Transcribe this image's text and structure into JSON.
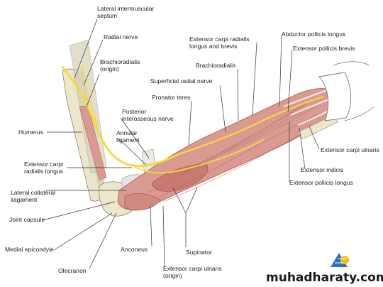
{
  "labels": {
    "lateral_intermuscular_septum": "Lateral intermuscular septum",
    "radial_nerve": "Radial nerve",
    "brachioradialis_origin": "Brachioradialis (origin)",
    "humerus": "Humerus",
    "posterior_interosseous_nerve": "Posterior interosseous nerve",
    "annular_ligament": "Annular ligament",
    "extensor_carpi_radialis_longus": "Extensor carpi radialis longus",
    "lateral_collateral_ligament": "Lateral collateral liagament",
    "joint_capsule": "Joint capsule",
    "medial_epicondyle": "Medial epicondyle",
    "olecranon": "Olecranon",
    "anconeus": "Anconeus",
    "extensor_carpi_ulnaris_origin": "Extensor carpi ulnaris (origin)",
    "supinator": "Supinator",
    "pronator_teres": "Pronator teres",
    "superficial_radial_nerve": "Superficial radial nerve",
    "brachioradialis": "Brachioradialis",
    "ecr_longus_brevis": "Extensor carpi radialis longus and brevis",
    "abductor_pollicis_longus": "Abductor pollicis longus",
    "extensor_pollicis_brevis": "Extensor pollicis brevis",
    "extensor_carpi_ulnaris": "Extensor carpi ulnaris",
    "extensor_indicis": "Extensor indicis",
    "extensor_pollicis_longus": "Extensor pollicis longus"
  },
  "watermark": {
    "text": "muhadharaty.com"
  },
  "colors": {
    "muscle": "#d99a92",
    "muscle_dark": "#b7655d",
    "bone": "#ebe6cc",
    "bone_shadow": "#cfc9a8",
    "nerve": "#f3dc3c",
    "tendon": "#f4efe4",
    "watermark_blue": "#2a6fc9",
    "watermark_yellow": "#f2c10f"
  }
}
